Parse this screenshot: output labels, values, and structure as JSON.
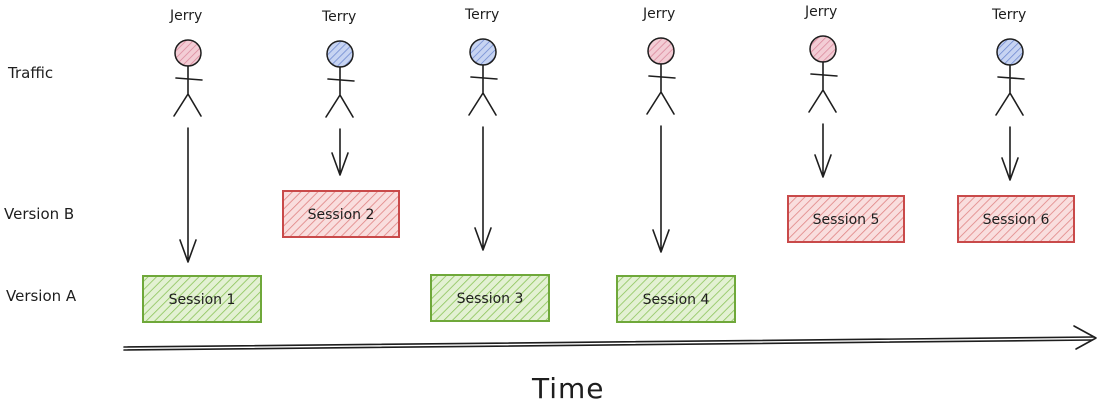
{
  "rows": {
    "traffic": "Traffic",
    "version_b": "Version B",
    "version_a": "Version A"
  },
  "time_label": "Time",
  "colors": {
    "pink_head": "#e8a8b4",
    "blue_head": "#8fa8e0",
    "version_a_fill": "#b2d98a",
    "version_a_stroke": "#6fa83a",
    "version_b_fill": "#f2a6a6",
    "version_b_stroke": "#c94a4a",
    "ink": "#1e1e1e"
  },
  "users": [
    {
      "name": "Jerry",
      "head": "pink",
      "version": "A",
      "session": "Session 1"
    },
    {
      "name": "Terry",
      "head": "blue",
      "version": "B",
      "session": "Session 2"
    },
    {
      "name": "Terry",
      "head": "blue",
      "version": "A",
      "session": "Session 3"
    },
    {
      "name": "Jerry",
      "head": "pink",
      "version": "A",
      "session": "Session 4"
    },
    {
      "name": "Jerry",
      "head": "pink",
      "version": "B",
      "session": "Session 5"
    },
    {
      "name": "Terry",
      "head": "blue",
      "version": "B",
      "session": "Session 6"
    }
  ]
}
